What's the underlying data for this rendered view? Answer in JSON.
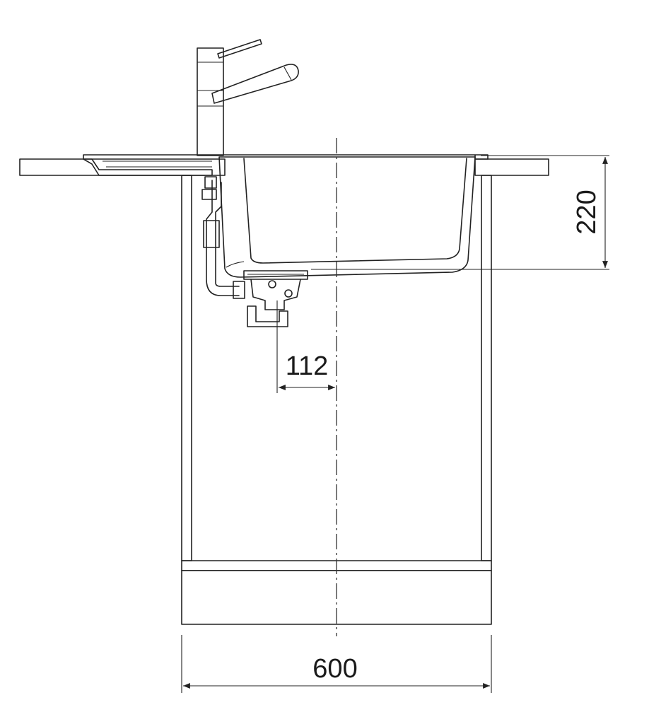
{
  "dimensions": {
    "width_label": "600",
    "height_label": "220",
    "drain_offset_label": "112"
  }
}
